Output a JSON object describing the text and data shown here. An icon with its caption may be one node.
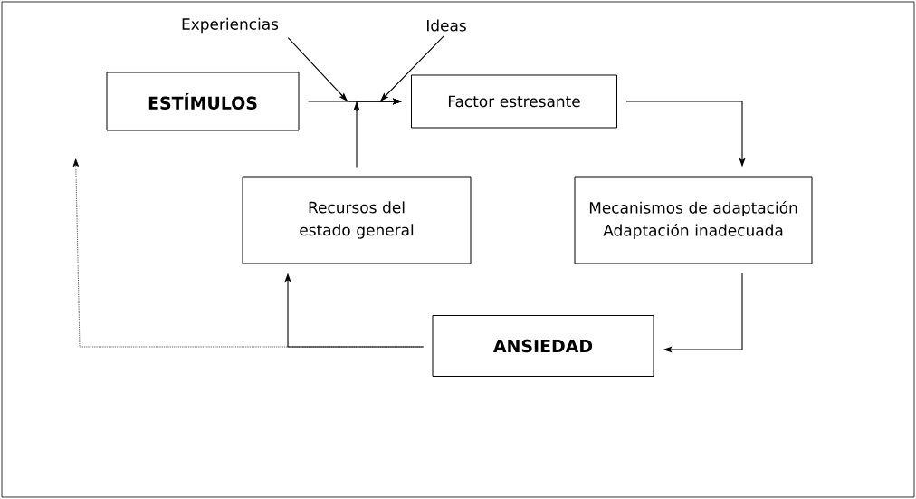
{
  "diagram": {
    "nodes": [
      {
        "text": [
          "ESTÍMULOS"
        ]
      },
      {
        "text": [
          "Experiencias"
        ]
      },
      {
        "text": [
          "Ideas"
        ]
      },
      {
        "text": [
          "Factor estresante"
        ]
      },
      {
        "text": [
          "Recursos del estado general"
        ]
      },
      {
        "text": [
          "Mecanismos de adaptación",
          "Adaptación inadecuada"
        ]
      },
      {
        "text": [
          "ANSIEDAD"
        ]
      }
    ],
    "edges": [
      {
        "from": 0,
        "to": 3,
        "arrow": "to"
      },
      {
        "from": 1,
        "to": 3,
        "arrow": "to"
      },
      {
        "from": 2,
        "to": 3,
        "arrow": "to"
      },
      {
        "from": 4,
        "to": 3,
        "arrow": "to"
      },
      {
        "from": 3,
        "to": 5,
        "arrow": "to"
      },
      {
        "from": 5,
        "to": 6,
        "arrow": "to"
      },
      {
        "from": 6,
        "to": 4,
        "arrow": "to"
      },
      {
        "from": 6,
        "to": 0,
        "arrow": "to",
        "style": "dashed"
      }
    ]
  }
}
